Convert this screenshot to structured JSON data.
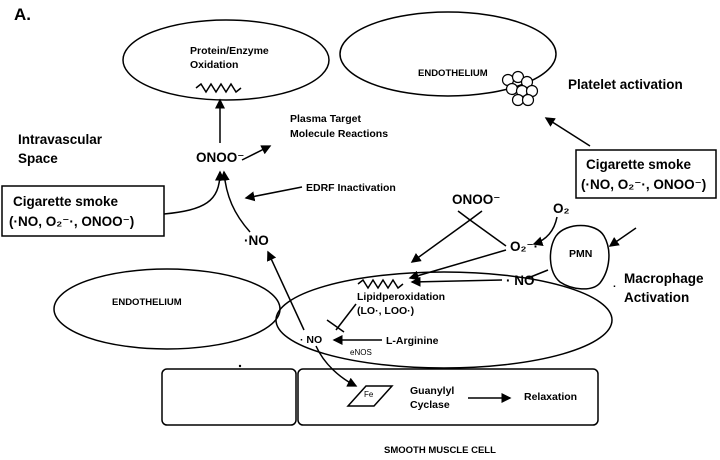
{
  "panel_label": "A.",
  "labels": {
    "protein_enzyme_oxidation_1": "Protein/Enzyme",
    "protein_enzyme_oxidation_2": "Oxidation",
    "endothelium_top": "ENDOTHELIUM",
    "platelet_activation": "Platelet activation",
    "plasma_target_1": "Plasma Target",
    "plasma_target_2": "Molecule Reactions",
    "intravascular_1": "Intravascular",
    "intravascular_2": "Space",
    "onoo_left": "ONOO⁻",
    "edrf_inactivation": "EDRF Inactivation",
    "no_left": "·NO",
    "onoo_center": "ONOO⁻",
    "o2": "O₂",
    "superoxide": "O₂⁻·",
    "pmn": "PMN",
    "no_right": "· NO",
    "macrophage_1": "Macrophage",
    "macrophage_2": "Activation",
    "endothelium_bottom": "ENDOTHELIUM",
    "lipidperoxidation_1": "Lipidperoxidation",
    "lipidperoxidation_2": "(LO·, LOO·)",
    "l_arginine": "L-Arginine",
    "no_enos": "· NO",
    "enos": "eNOS",
    "fe": "Fe",
    "guanylyl": "Guanylyl",
    "cyclase": "Cyclase",
    "relaxation": "Relaxation",
    "smooth_muscle": "SMOOTH MUSCLE CELL"
  },
  "smoke_left": {
    "title": "Cigarette smoke",
    "species": "(·NO, O₂⁻·, ONOO⁻)"
  },
  "smoke_right": {
    "title": "Cigarette smoke",
    "species": "(·NO, O₂⁻·, ONOO⁻)"
  }
}
